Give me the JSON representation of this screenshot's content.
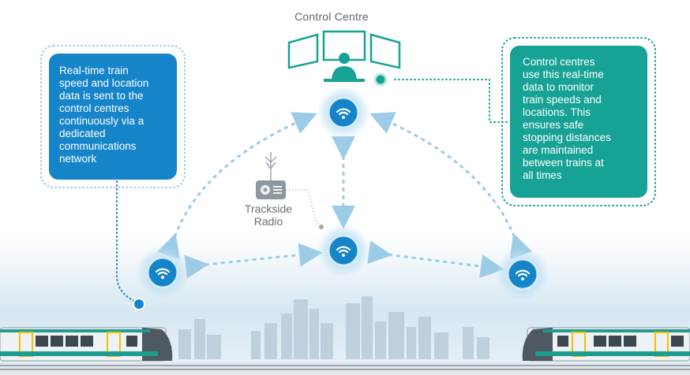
{
  "header": {
    "title": "Control Centre"
  },
  "info_left": {
    "text": "Real-time train\nspeed and location\ndata is sent to the\ncontrol centres\ncontinuously via a\ndedicated\ncommunications\nnetwork"
  },
  "info_right": {
    "text": "Control centres\nuse this real-time\ndata to monitor\ntrain speeds and\nlocations. This\nensures safe\nstopping distances\nare maintained\nbetween trains at\nall times"
  },
  "trackside_radio": {
    "label": "Trackside\nRadio"
  },
  "colors": {
    "blue": "#1684c9",
    "teal": "#16a294",
    "node_glow": "#9fd0ee",
    "arrow": "#9ccbe8",
    "sky_top": "#c6dfee",
    "train_yellow": "#f2c200"
  },
  "icons": [
    "wifi-icon",
    "control-operator-icon",
    "monitor-icon",
    "radio-icon",
    "antenna-icon",
    "train-icon",
    "city-skyline"
  ]
}
